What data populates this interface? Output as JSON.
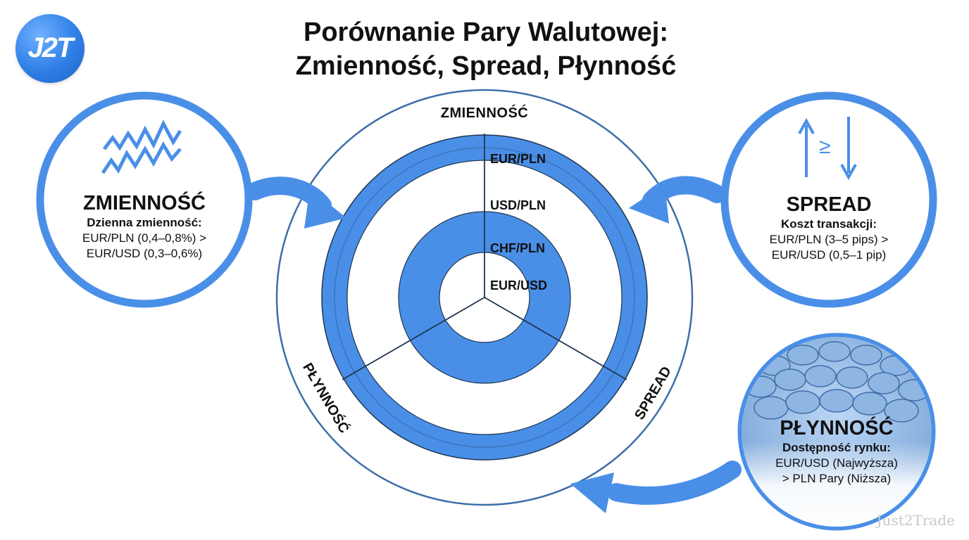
{
  "brand": {
    "logo_text": "J2T",
    "watermark": "Just2Trade"
  },
  "header": {
    "title_line1": "Porównanie Pary Walutowej:",
    "title_line2": "Zmienność, Spread, Płynność"
  },
  "colors": {
    "accent": "#4a8fe7",
    "accent_dark": "#2f72d0",
    "ring_line": "#3d6ea8",
    "divider": "#1d3550",
    "text": "#111111"
  },
  "panels": {
    "volatility": {
      "icon": "zigzag-chart-icon",
      "title": "ZMIENNOŚĆ",
      "subtitle": "Dzienna zmienność:",
      "line1": "EUR/PLN (0,4–0,8%) >",
      "line2": "EUR/USD (0,3–0,6%)"
    },
    "spread": {
      "icon": "up-down-arrows-icon",
      "symbol": "≥",
      "title": "SPREAD",
      "subtitle": "Koszt transakcji:",
      "line1": "EUR/PLN (3–5 pips) >",
      "line2": "EUR/USD (0,5–1 pip)"
    },
    "liquidity": {
      "icon": "coins-icon",
      "title": "PŁYNNOŚĆ",
      "subtitle": "Dostępność rynku:",
      "line1": "EUR/USD (Najwyższa)",
      "line2": "> PLN Pary (Niższa)"
    }
  },
  "wheel": {
    "sector_labels": {
      "top": "ZMIENNOŚĆ",
      "right": "SPREAD",
      "left": "PŁYNNOŚĆ"
    },
    "pairs": [
      "EUR/PLN",
      "USD/PLN",
      "CHF/PLN",
      "EUR/USD"
    ]
  }
}
